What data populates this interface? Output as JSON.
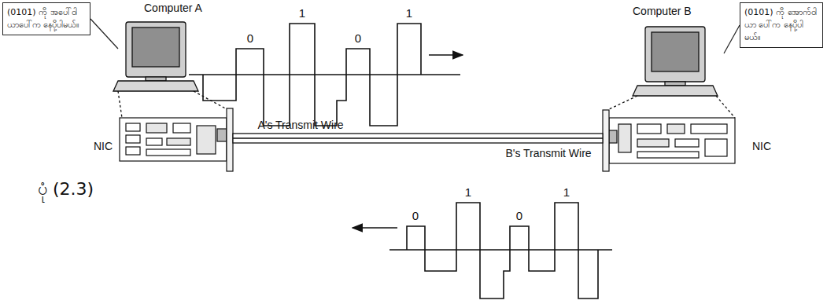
{
  "diagram": {
    "caption": "ပုံ (2.3)",
    "nodes": [
      {
        "text": [
          "(0101) ကို အပေါ်ဝါယာပေါ်က နေပို့ပါမယ်။"
        ]
      },
      {
        "text": [
          "Computer A"
        ]
      },
      {
        "text": [
          "Computer B"
        ]
      },
      {
        "text": [
          "(0101) ကို အောက်ဝါယာ ပေါ်က နေပို့ပါမယ်။"
        ]
      }
    ],
    "edges": [
      {
        "from": 0,
        "to": 1,
        "arrow": "none"
      },
      {
        "from": 3,
        "to": 2,
        "arrow": "none"
      }
    ],
    "labels": [
      "0",
      "1",
      "0",
      "1",
      "NIC",
      "A's Transmit Wire",
      "NIC",
      "B's Transmit Wire",
      "0",
      "1",
      "0",
      "1"
    ]
  }
}
